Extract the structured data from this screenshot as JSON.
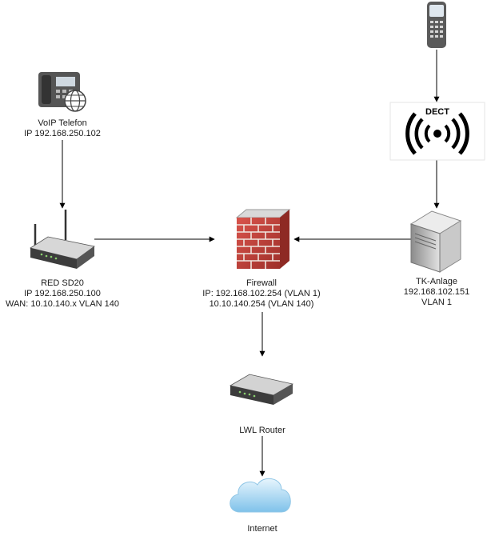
{
  "nodes": {
    "voip_phone": {
      "icon": "desk-phone-globe-icon",
      "lines": [
        "VoIP Telefon",
        "IP 192.168.250.102"
      ]
    },
    "red_sd20": {
      "icon": "wireless-router-icon",
      "lines": [
        "RED SD20",
        "IP 192.168.250.100",
        "WAN: 10.10.140.x VLAN 140"
      ]
    },
    "firewall": {
      "icon": "brick-firewall-icon",
      "lines": [
        "Firewall",
        "IP: 192.168.102.254 (VLAN 1)",
        "10.10.140.254 (VLAN 140)"
      ]
    },
    "tk_anlage": {
      "icon": "server-tower-icon",
      "lines": [
        "TK-Anlage",
        "192.168.102.151",
        "VLAN 1"
      ]
    },
    "dect": {
      "icon": "dect-antenna-icon",
      "badge": "DECT"
    },
    "handset": {
      "icon": "mobile-handset-icon"
    },
    "lwl_router": {
      "icon": "router-icon",
      "lines": [
        "LWL Router"
      ]
    },
    "internet": {
      "icon": "cloud-icon",
      "lines": [
        "Internet"
      ]
    }
  },
  "colors": {
    "line": "#000000",
    "brick": "#c0413a",
    "mortar": "#efe6df",
    "cloud": "#a9d7f2",
    "device_dark": "#3c3c3c",
    "device_light": "#c9c9c9"
  }
}
